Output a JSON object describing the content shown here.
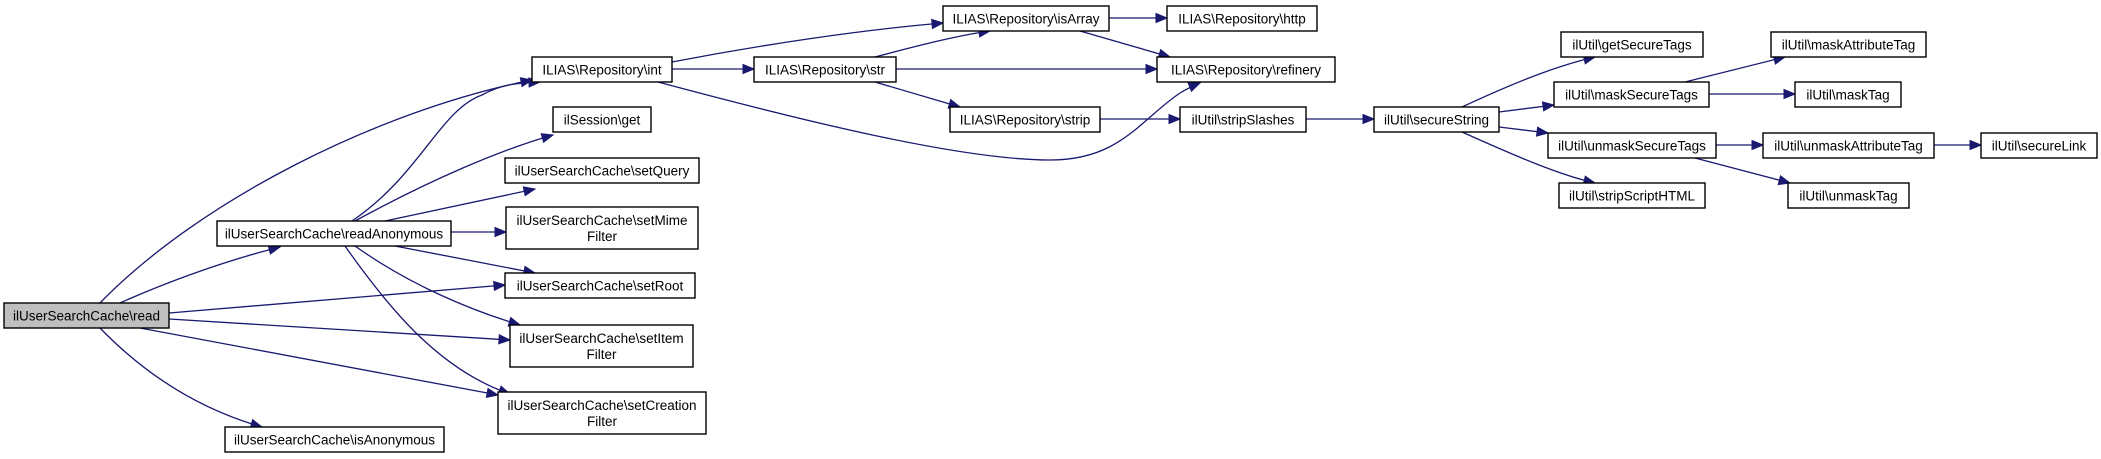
{
  "graph": {
    "type": "call-graph",
    "edge_color": "#191970",
    "root_fill": "#bfbfbf",
    "nodes": [
      {
        "id": "read",
        "lines": [
          "ilUserSearchCache\\read"
        ],
        "root": true
      },
      {
        "id": "readAnonymous",
        "lines": [
          "ilUserSearchCache\\readAnonymous"
        ]
      },
      {
        "id": "isAnonymous",
        "lines": [
          "ilUserSearchCache\\isAnonymous"
        ]
      },
      {
        "id": "int",
        "lines": [
          "ILIAS\\Repository\\int"
        ]
      },
      {
        "id": "sessionGet",
        "lines": [
          "ilSession\\get"
        ]
      },
      {
        "id": "setQuery",
        "lines": [
          "ilUserSearchCache\\setQuery"
        ]
      },
      {
        "id": "setMimeFilter",
        "lines": [
          "ilUserSearchCache\\setMime",
          "Filter"
        ]
      },
      {
        "id": "setRoot",
        "lines": [
          "ilUserSearchCache\\setRoot"
        ]
      },
      {
        "id": "setItemFilter",
        "lines": [
          "ilUserSearchCache\\setItem",
          "Filter"
        ]
      },
      {
        "id": "setCreationFilter",
        "lines": [
          "ilUserSearchCache\\setCreation",
          "Filter"
        ]
      },
      {
        "id": "str",
        "lines": [
          "ILIAS\\Repository\\str"
        ]
      },
      {
        "id": "isArray",
        "lines": [
          "ILIAS\\Repository\\isArray"
        ]
      },
      {
        "id": "http",
        "lines": [
          "ILIAS\\Repository\\http"
        ]
      },
      {
        "id": "refinery",
        "lines": [
          "ILIAS\\Repository\\refinery"
        ]
      },
      {
        "id": "strip",
        "lines": [
          "ILIAS\\Repository\\strip"
        ]
      },
      {
        "id": "stripSlashes",
        "lines": [
          "ilUtil\\stripSlashes"
        ]
      },
      {
        "id": "secureString",
        "lines": [
          "ilUtil\\secureString"
        ]
      },
      {
        "id": "getSecureTags",
        "lines": [
          "ilUtil\\getSecureTags"
        ]
      },
      {
        "id": "maskSecureTags",
        "lines": [
          "ilUtil\\maskSecureTags"
        ]
      },
      {
        "id": "unmaskSecureTags",
        "lines": [
          "ilUtil\\unmaskSecureTags"
        ]
      },
      {
        "id": "stripScriptHTML",
        "lines": [
          "ilUtil\\stripScriptHTML"
        ]
      },
      {
        "id": "maskAttributeTag",
        "lines": [
          "ilUtil\\maskAttributeTag"
        ]
      },
      {
        "id": "maskTag",
        "lines": [
          "ilUtil\\maskTag"
        ]
      },
      {
        "id": "unmaskAttributeTag",
        "lines": [
          "ilUtil\\unmaskAttributeTag"
        ]
      },
      {
        "id": "secureLink",
        "lines": [
          "ilUtil\\secureLink"
        ]
      },
      {
        "id": "unmaskTag",
        "lines": [
          "ilUtil\\unmaskTag"
        ]
      }
    ],
    "edges": [
      {
        "from": "read",
        "to": "int"
      },
      {
        "from": "read",
        "to": "readAnonymous"
      },
      {
        "from": "read",
        "to": "setRoot"
      },
      {
        "from": "read",
        "to": "setItemFilter"
      },
      {
        "from": "read",
        "to": "setCreationFilter"
      },
      {
        "from": "read",
        "to": "isAnonymous"
      },
      {
        "from": "readAnonymous",
        "to": "int"
      },
      {
        "from": "readAnonymous",
        "to": "sessionGet"
      },
      {
        "from": "readAnonymous",
        "to": "setQuery"
      },
      {
        "from": "readAnonymous",
        "to": "setMimeFilter"
      },
      {
        "from": "readAnonymous",
        "to": "setRoot"
      },
      {
        "from": "readAnonymous",
        "to": "setItemFilter"
      },
      {
        "from": "readAnonymous",
        "to": "setCreationFilter"
      },
      {
        "from": "int",
        "to": "isArray"
      },
      {
        "from": "int",
        "to": "str"
      },
      {
        "from": "int",
        "to": "refinery"
      },
      {
        "from": "str",
        "to": "isArray"
      },
      {
        "from": "str",
        "to": "refinery"
      },
      {
        "from": "str",
        "to": "strip"
      },
      {
        "from": "isArray",
        "to": "http"
      },
      {
        "from": "isArray",
        "to": "refinery"
      },
      {
        "from": "strip",
        "to": "stripSlashes"
      },
      {
        "from": "stripSlashes",
        "to": "secureString"
      },
      {
        "from": "secureString",
        "to": "getSecureTags"
      },
      {
        "from": "secureString",
        "to": "maskSecureTags"
      },
      {
        "from": "secureString",
        "to": "unmaskSecureTags"
      },
      {
        "from": "secureString",
        "to": "stripScriptHTML"
      },
      {
        "from": "maskSecureTags",
        "to": "maskAttributeTag"
      },
      {
        "from": "maskSecureTags",
        "to": "maskTag"
      },
      {
        "from": "unmaskSecureTags",
        "to": "unmaskAttributeTag"
      },
      {
        "from": "unmaskSecureTags",
        "to": "unmaskTag"
      },
      {
        "from": "unmaskAttributeTag",
        "to": "secureLink"
      }
    ]
  }
}
